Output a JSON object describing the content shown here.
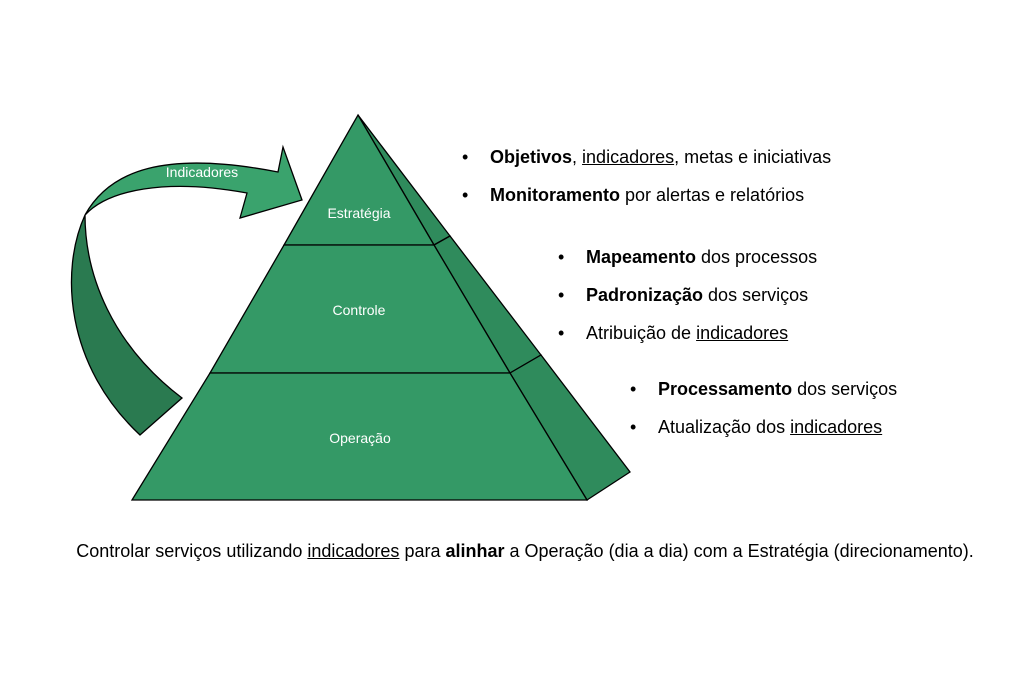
{
  "colors": {
    "tier_fill": "#349966",
    "tier_side": "#2f8b5c",
    "arrow_light": "#3aa36d",
    "arrow_dark": "#2a7a50",
    "outline": "#000000"
  },
  "pyramid": {
    "tiers": [
      {
        "label": "Estratégia"
      },
      {
        "label": "Controle"
      },
      {
        "label": "Operação"
      }
    ]
  },
  "arrow": {
    "label": "Indicadores"
  },
  "bullets": {
    "estrategia": [
      {
        "bold": "Objetivos",
        "t1": ", ",
        "underline": "indicadores",
        "t2": ", metas e iniciativas"
      },
      {
        "bold": "Monitoramento",
        "t1": " por alertas e relatórios",
        "underline": "",
        "t2": ""
      }
    ],
    "controle": [
      {
        "bold": "Mapeamento",
        "t1": " dos processos",
        "underline": "",
        "t2": ""
      },
      {
        "bold": "Padronização",
        "t1": " dos serviços",
        "underline": "",
        "t2": ""
      },
      {
        "bold": "",
        "t1": "Atribuição de ",
        "underline": "indicadores",
        "t2": ""
      }
    ],
    "operacao": [
      {
        "bold": "Processamento",
        "t1": " dos serviços",
        "underline": "",
        "t2": ""
      },
      {
        "bold": "",
        "t1": "Atualização dos ",
        "underline": "indicadores",
        "t2": ""
      }
    ]
  },
  "caption": {
    "p1": "Controlar serviços utilizando ",
    "u1": "indicadores",
    "p2": " para ",
    "b1": "alinhar",
    "p3": " a Operação (dia a dia) com a Estratégia (direcionamento)."
  }
}
